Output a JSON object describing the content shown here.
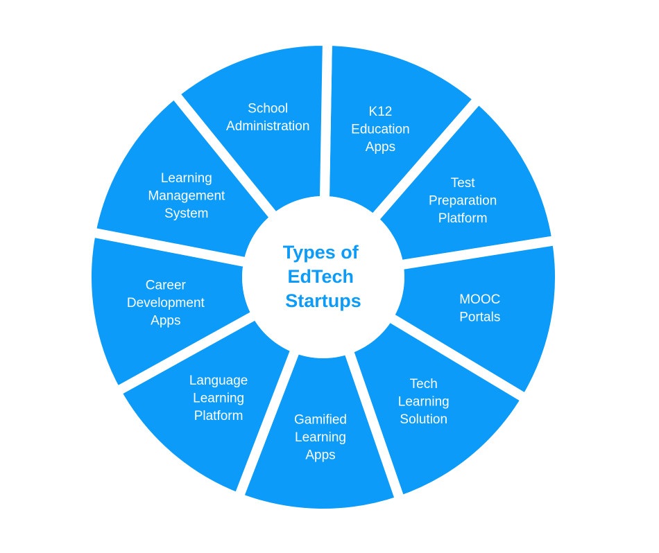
{
  "title": [
    "Types of",
    "EdTech",
    "Startups"
  ],
  "colors": {
    "segment": "#0c9bf8",
    "title": "#0c9bf8",
    "background": "#ffffff"
  },
  "segments": [
    {
      "label": [
        "K12",
        "Education",
        "Apps"
      ]
    },
    {
      "label": [
        "Test",
        "Preparation",
        "Platform"
      ]
    },
    {
      "label": [
        "MOOC",
        "Portals"
      ]
    },
    {
      "label": [
        "Tech",
        "Learning",
        "Solution"
      ]
    },
    {
      "label": [
        "Gamified",
        "Learning",
        "Apps"
      ]
    },
    {
      "label": [
        "Language",
        "Learning",
        "Platform"
      ]
    },
    {
      "label": [
        "Career",
        "Development",
        "Apps"
      ]
    },
    {
      "label": [
        "Learning",
        "Management",
        "System"
      ]
    },
    {
      "label": [
        "School",
        "Administration"
      ]
    }
  ]
}
